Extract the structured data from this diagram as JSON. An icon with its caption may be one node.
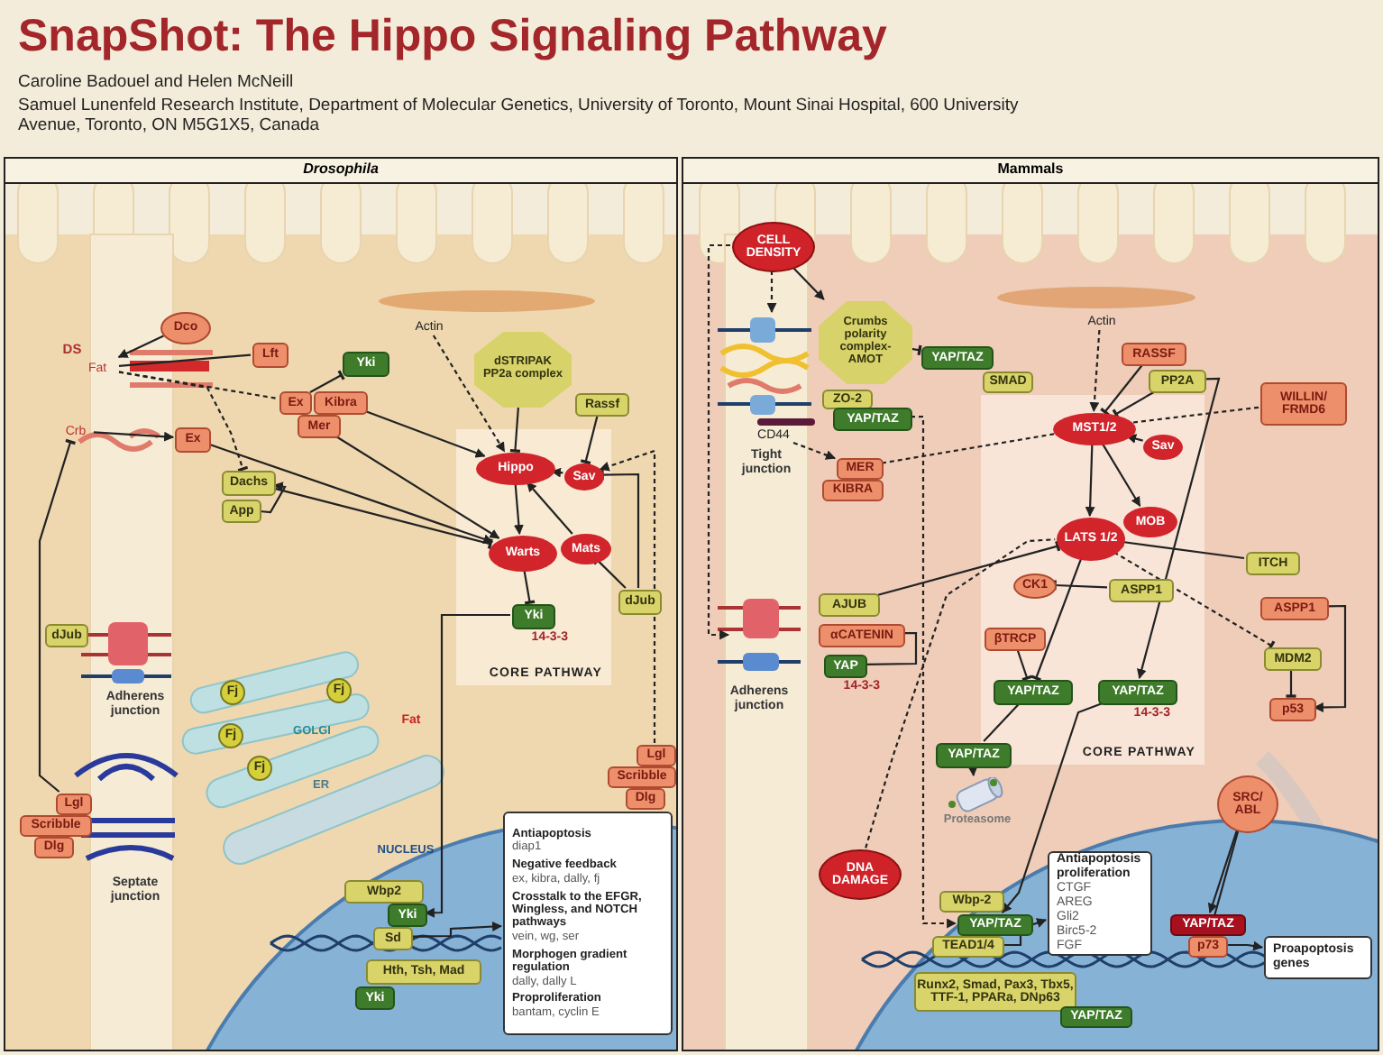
{
  "diagram": {
    "title": "SnapShot: The Hippo Signaling Pathway",
    "nodes": [
      {
        "text": [
          "Drosophila"
        ]
      },
      {
        "text": [
          "Fat"
        ],
        "in": 0
      },
      {
        "text": [
          "Dco"
        ],
        "in": 0
      },
      {
        "text": [
          "Lft"
        ],
        "in": 0
      },
      {
        "text": [
          "Crb"
        ],
        "in": 0
      },
      {
        "text": [
          "Ex"
        ],
        "in": 0
      },
      {
        "text": [
          "Yki"
        ],
        "in": 0
      },
      {
        "text": [
          "Ex"
        ],
        "in": 0
      },
      {
        "text": [
          "Kibra"
        ],
        "in": 0
      },
      {
        "text": [
          "Mer"
        ],
        "in": 0
      },
      {
        "text": [
          "Dachs"
        ],
        "in": 0
      },
      {
        "text": [
          "App"
        ],
        "in": 0
      },
      {
        "text": [
          "dSTRIPAK PP2a complex"
        ],
        "in": 0
      },
      {
        "text": [
          "Rassf"
        ],
        "in": 0
      },
      {
        "text": [
          "Actin"
        ],
        "in": 0
      },
      {
        "text": [
          "CORE PATHWAY"
        ],
        "in": 0
      },
      {
        "text": [
          "Hippo"
        ],
        "in": 15
      },
      {
        "text": [
          "Sav"
        ],
        "in": 15
      },
      {
        "text": [
          "Warts"
        ],
        "in": 15
      },
      {
        "text": [
          "Mats"
        ],
        "in": 15
      },
      {
        "text": [
          "Yki"
        ],
        "in": 15,
        "beside": [
          "14-3-3"
        ]
      },
      {
        "text": [
          "dJub"
        ],
        "in": 0
      },
      {
        "text": [
          "dJub"
        ],
        "in": 0
      },
      {
        "text": [
          "Lgl"
        ],
        "in": 0
      },
      {
        "text": [
          "Scribble"
        ],
        "in": 0
      },
      {
        "text": [
          "Dlg"
        ],
        "in": 0
      },
      {
        "text": [
          "Lgl"
        ],
        "in": 0
      },
      {
        "text": [
          "Scribble"
        ],
        "in": 0
      },
      {
        "text": [
          "Dlg"
        ],
        "in": 0
      },
      {
        "text": [
          "Fj"
        ],
        "in": 0
      },
      {
        "text": [
          "Fj"
        ],
        "in": 0
      },
      {
        "text": [
          "Fj"
        ],
        "in": 0
      },
      {
        "text": [
          "Fj"
        ],
        "in": 0
      },
      {
        "text": [
          "Wbp2"
        ],
        "in": 0
      },
      {
        "text": [
          "Yki"
        ],
        "in": 0
      },
      {
        "text": [
          "Sd"
        ],
        "in": 0
      },
      {
        "text": [
          "Hth, Tsh, Mad"
        ],
        "in": 0
      },
      {
        "text": [
          "Yki"
        ],
        "in": 0
      },
      {
        "text": [
          "Antiapoptosis",
          "diap1",
          "Negative feedback",
          "ex, kibra, dally, fj",
          "Crosstalk to the EFGR, Wingless, and NOTCH pathways",
          "vein, wg, ser",
          "Morphogen gradient regulation",
          "dally, dally L",
          "Proproliferation",
          "bantam, cyclin E"
        ],
        "in": 0
      },
      {
        "text": [
          "Mammals"
        ]
      },
      {
        "text": [
          "CELL DENSITY"
        ],
        "in": 39
      },
      {
        "text": [
          "Crumbs polarity complex- AMOT"
        ],
        "in": 39
      },
      {
        "text": [
          "YAP/TAZ"
        ],
        "in": 39
      },
      {
        "text": [
          "SMAD"
        ],
        "in": 39
      },
      {
        "text": [
          "ZO-2"
        ],
        "in": 39
      },
      {
        "text": [
          "YAP/TAZ"
        ],
        "in": 39
      },
      {
        "text": [
          "CD44"
        ],
        "in": 39
      },
      {
        "text": [
          "MER"
        ],
        "in": 39
      },
      {
        "text": [
          "KIBRA"
        ],
        "in": 39
      },
      {
        "text": [
          "Actin"
        ],
        "in": 39
      },
      {
        "text": [
          "RASSF"
        ],
        "in": 39
      },
      {
        "text": [
          "PP2A"
        ],
        "in": 39
      },
      {
        "text": [
          "WILLIN/ FRMD6"
        ],
        "in": 39
      },
      {
        "text": [
          "CORE PATHWAY"
        ],
        "in": 39
      },
      {
        "text": [
          "MST1/2"
        ],
        "in": 53
      },
      {
        "text": [
          "Sav"
        ],
        "in": 53
      },
      {
        "text": [
          "LATS 1/2"
        ],
        "in": 53
      },
      {
        "text": [
          "MOB"
        ],
        "in": 53
      },
      {
        "text": [
          "CK1"
        ],
        "in": 53
      },
      {
        "text": [
          "ASPP1"
        ],
        "in": 53
      },
      {
        "text": [
          "βTRCP"
        ],
        "in": 53
      },
      {
        "text": [
          "YAP/TAZ"
        ],
        "in": 53
      },
      {
        "text": [
          "YAP/TAZ"
        ],
        "in": 53,
        "beside": [
          "14-3-3"
        ]
      },
      {
        "text": [
          "ITCH"
        ],
        "in": 39
      },
      {
        "text": [
          "ASPP1"
        ],
        "in": 39
      },
      {
        "text": [
          "MDM2"
        ],
        "in": 39
      },
      {
        "text": [
          "p53"
        ],
        "in": 39
      },
      {
        "text": [
          "AJUB"
        ],
        "in": 39
      },
      {
        "text": [
          "αCATENIN"
        ],
        "in": 39
      },
      {
        "text": [
          "YAP"
        ],
        "in": 39,
        "beside": [
          "14-3-3"
        ]
      },
      {
        "text": [
          "YAP/TAZ"
        ],
        "in": 39
      },
      {
        "text": [
          "Proteasome"
        ],
        "in": 39
      },
      {
        "text": [
          "DNA DAMAGE"
        ],
        "in": 39
      },
      {
        "text": [
          "Wbp-2"
        ],
        "in": 39
      },
      {
        "text": [
          "YAP/TAZ"
        ],
        "in": 39
      },
      {
        "text": [
          "TEAD1/4"
        ],
        "in": 39
      },
      {
        "text": [
          "Runx2, Smad, Pax3, Tbx5, TTF-1, PPARa, DNp63"
        ],
        "in": 39
      },
      {
        "text": [
          "YAP/TAZ"
        ],
        "in": 39
      },
      {
        "text": [
          "Antiapoptosis proliferation",
          "CTGF",
          "AREG",
          "Gli2",
          "Birc5-2",
          "FGF"
        ],
        "in": 39
      },
      {
        "text": [
          "SRC/ ABL"
        ],
        "in": 39
      },
      {
        "text": [
          "YAP/TAZ"
        ],
        "in": 39
      },
      {
        "text": [
          "p73"
        ],
        "in": 39
      },
      {
        "text": [
          "Proapoptosis genes"
        ],
        "in": 39
      }
    ],
    "edges": [
      {
        "from": 1,
        "to": 3,
        "arrow": "none"
      },
      {
        "from": 2,
        "to": 1,
        "arrow": "to"
      },
      {
        "from": 1,
        "to": 7,
        "arrow": "none",
        "style": "dashed"
      },
      {
        "from": 1,
        "to": 10,
        "arrow": "other",
        "style": "dashed"
      },
      {
        "from": 4,
        "to": 5,
        "arrow": "to"
      },
      {
        "from": 5,
        "to": 18,
        "arrow": "to"
      },
      {
        "from": 7,
        "to": 6,
        "arrow": "other"
      },
      {
        "from": 8,
        "to": 16,
        "arrow": "to"
      },
      {
        "from": 9,
        "to": 18,
        "arrow": "to"
      },
      {
        "from": 10,
        "to": 18,
        "arrow": "other"
      },
      {
        "from": 11,
        "to": 10,
        "arrow": "to"
      },
      {
        "from": 12,
        "to": 16,
        "arrow": "other"
      },
      {
        "from": 13,
        "to": 17,
        "arrow": "other"
      },
      {
        "from": 14,
        "to": 16,
        "arrow": "to",
        "style": "dashed"
      },
      {
        "from": 16,
        "to": 18,
        "arrow": "to"
      },
      {
        "from": 19,
        "to": 16,
        "arrow": "to"
      },
      {
        "from": 17,
        "to": 16,
        "arrow": "to"
      },
      {
        "from": 18,
        "to": 20,
        "arrow": "other"
      },
      {
        "from": 21,
        "to": 19,
        "arrow": "other"
      },
      {
        "from": 21,
        "to": 17,
        "arrow": "other"
      },
      {
        "from": 26,
        "to": 17,
        "arrow": "to",
        "style": "dashed"
      },
      {
        "from": 20,
        "to": 34,
        "arrow": "to"
      },
      {
        "from": 23,
        "to": 4,
        "arrow": "other"
      },
      {
        "from": 35,
        "to": 38,
        "arrow": "to"
      },
      {
        "from": 40,
        "to": 41,
        "arrow": "to"
      },
      {
        "from": 40,
        "to": null,
        "arrow": "to",
        "style": "dashed"
      },
      {
        "from": 40,
        "to": null,
        "arrow": "to",
        "style": "dashed"
      },
      {
        "from": 41,
        "to": 42,
        "arrow": "other"
      },
      {
        "from": 45,
        "to": 74,
        "arrow": "to",
        "style": "dashed"
      },
      {
        "from": 46,
        "to": 47,
        "arrow": "to",
        "style": "dashed"
      },
      {
        "from": 47,
        "to": 54,
        "arrow": "none",
        "style": "dashed"
      },
      {
        "from": 52,
        "to": 54,
        "arrow": "none",
        "style": "dashed"
      },
      {
        "from": 49,
        "to": 54,
        "arrow": "to",
        "style": "dashed"
      },
      {
        "from": 50,
        "to": 54,
        "arrow": "other"
      },
      {
        "from": 51,
        "to": 54,
        "arrow": "other"
      },
      {
        "from": 51,
        "to": 62,
        "arrow": "to"
      },
      {
        "from": 55,
        "to": 54,
        "arrow": "to"
      },
      {
        "from": 54,
        "to": 56,
        "arrow": "to"
      },
      {
        "from": 54,
        "to": 57,
        "arrow": "to"
      },
      {
        "from": 56,
        "to": 61,
        "arrow": "other"
      },
      {
        "from": 67,
        "to": 56,
        "arrow": "other"
      },
      {
        "from": 63,
        "to": 56,
        "arrow": "other"
      },
      {
        "from": 56,
        "to": 65,
        "arrow": "other",
        "style": "dashed"
      },
      {
        "from": 59,
        "to": 58,
        "arrow": "other"
      },
      {
        "from": 60,
        "to": 61,
        "arrow": "other"
      },
      {
        "from": 61,
        "to": 70,
        "arrow": "none"
      },
      {
        "from": 70,
        "to": 71,
        "arrow": "to"
      },
      {
        "from": 68,
        "to": 69,
        "arrow": "other"
      },
      {
        "from": 64,
        "to": 66,
        "arrow": "to"
      },
      {
        "from": 65,
        "to": 66,
        "arrow": "other"
      },
      {
        "from": 72,
        "to": 56,
        "arrow": "none",
        "style": "dashed"
      },
      {
        "from": 62,
        "to": 74,
        "arrow": "to"
      },
      {
        "from": 79,
        "to": 80,
        "arrow": "to"
      },
      {
        "from": 79,
        "to": 81,
        "arrow": "to"
      },
      {
        "from": 75,
        "to": 78,
        "arrow": "to"
      },
      {
        "from": 81,
        "to": 82,
        "arrow": "to"
      }
    ],
    "labels": [
      "Caroline Badouel and Helen McNeill",
      "Samuel Lunenfeld Research Institute, Department of Molecular Genetics, University of Toronto, Mount Sinai Hospital, 600 University Avenue, Toronto, ON M5G1X5, Canada",
      "DS",
      "Adherens junction",
      "Septate junction",
      "Fat",
      "GOLGI",
      "ER",
      "NUCLEUS",
      "Tight junction",
      "Adherens junction"
    ]
  }
}
